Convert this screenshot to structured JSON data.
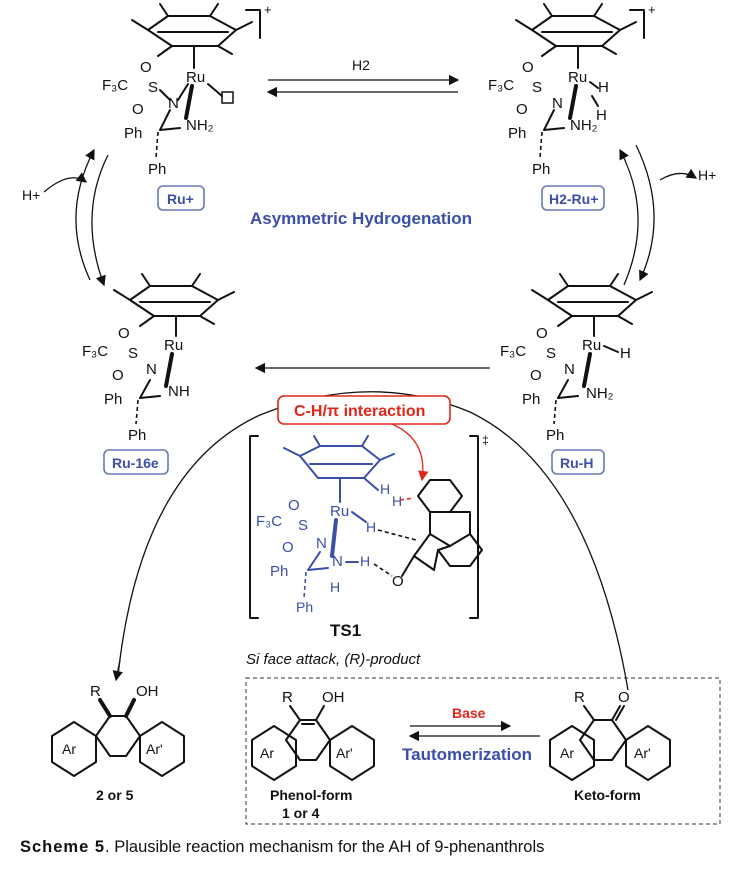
{
  "labels": {
    "ru_plus": "Ru+",
    "h2_ru_plus": "H2-Ru+",
    "ru_16e": "Ru-16e",
    "ru_h": "Ru-H",
    "title_cycle": "Asymmetric Hydrogenation",
    "ch_pi": "C-H/π interaction",
    "ts": "TS1",
    "ts_note": "Si face attack, (R)-product",
    "h2_arrow": "H2",
    "h_plus_left": "H+",
    "h_plus_right": "H+",
    "base": "Base",
    "tautomerization": "Tautomerization",
    "product": "2 or 5",
    "phenol_form": "Phenol-form",
    "phenol_num": "1 or 4",
    "keto_form": "Keto-form",
    "dagger": "‡"
  },
  "caption": {
    "lead": "Scheme 5",
    "text": ". Plausible reaction mechanism for the AH of 9-phenanthrols"
  },
  "colors": {
    "accent_blue": "#3b4ea8",
    "accent_red": "#e0261b"
  }
}
